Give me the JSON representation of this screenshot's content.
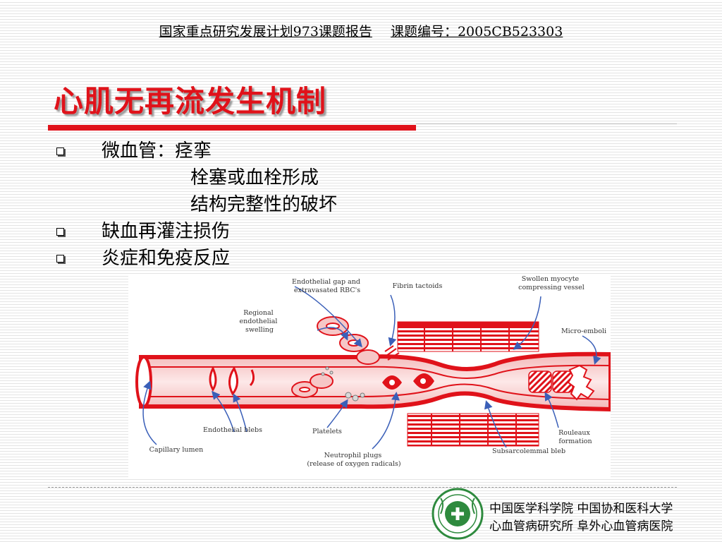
{
  "header": {
    "report": "国家重点研究发展计划973课题报告",
    "project_no": "课题编号：2005CB523303"
  },
  "title": "心肌无再流发生机制",
  "bullets": [
    {
      "label": "微血管：痉挛",
      "sub": [
        "栓塞或血栓形成",
        "结构完整性的破坏"
      ]
    },
    {
      "label": "缺血再灌注损伤",
      "sub": []
    },
    {
      "label": "炎症和免疫反应",
      "sub": []
    }
  ],
  "diagram_labels": {
    "endothelial_gap": [
      "Endothelial gap and",
      "extravasated RBC's"
    ],
    "fibrin": [
      "Fibrin tactoids"
    ],
    "swollen_myocyte": [
      "Swollen myocyte",
      "compressing vessel"
    ],
    "regional_swelling": [
      "Regional",
      "endothelial",
      "swelling"
    ],
    "micro_emboli": [
      "Micro-emboli"
    ],
    "endothelial_blebs": [
      "Endothelial blebs"
    ],
    "platelets": [
      "Platelets"
    ],
    "capillary_lumen": [
      "Capillary lumen"
    ],
    "neutrophil": [
      "Neutrophil plugs",
      "(release of oxygen radicals)"
    ],
    "rouleaux": [
      "Rouleaux",
      "formation"
    ],
    "subsarcolemmal": [
      "Subsarcolemmal bleb"
    ]
  },
  "footer": {
    "line1": "中国医学科学院  中国协和医科大学",
    "line2": "心血管病研究所  阜外心血管病医院"
  },
  "colors": {
    "accent": "#e0121a",
    "arrow": "#3a5fb8"
  }
}
